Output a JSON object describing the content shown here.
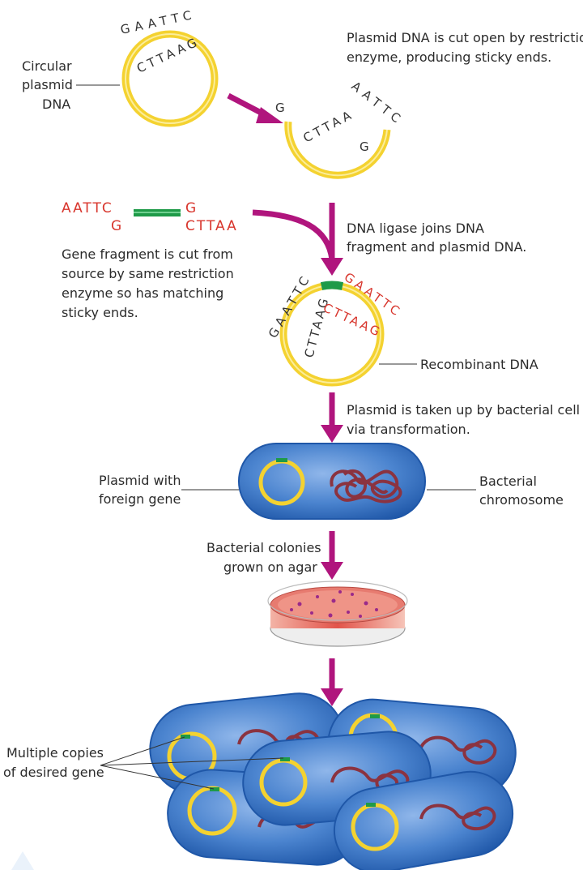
{
  "labels": {
    "circular_plasmid": [
      "Circular",
      "plasmid",
      "DNA"
    ],
    "cut_caption": [
      "Plasmid DNA is cut open by restriction",
      "enzyme, producing sticky ends."
    ],
    "gene_fragment_caption": [
      "Gene fragment is cut from",
      "source by same restriction",
      "enzyme so has matching",
      "sticky ends."
    ],
    "ligase_caption": [
      "DNA ligase joins DNA",
      "fragment and plasmid DNA."
    ],
    "recombinant": "Recombinant DNA",
    "transformation_caption": [
      "Plasmid is taken up by bacterial cell",
      "via transformation."
    ],
    "plasmid_foreign": [
      "Plasmid with",
      "foreign gene"
    ],
    "bacterial_chromosome": [
      "Bacterial",
      "chromosome"
    ],
    "colonies_caption": [
      "Bacterial colonies",
      "grown on agar"
    ],
    "multiple_copies": [
      "Multiple copies",
      "of desired gene"
    ]
  },
  "sequences": {
    "top_outer": "GAATTC",
    "top_inner": "CTTAAG",
    "cut_left": "G",
    "cut_inner": "CTTAA",
    "cut_right_top": "AATTC",
    "cut_right_g": "G",
    "frag_top_left": "AATTC",
    "frag_bot_left": "G",
    "frag_top_right": "G",
    "frag_bot_right": "CTTAA",
    "recomb_outer_left": "GAATTC",
    "recomb_outer_right": "GAATTC",
    "recomb_inner_left": "CTTAAG",
    "recomb_inner_right": "CTTAAG"
  },
  "colors": {
    "plasmid_yellow": "#f4d230",
    "plasmid_yellow_light": "#fbed9a",
    "arrow_magenta": "#b0157d",
    "gene_green": "#1e9a48",
    "cell_blue": "#2f6cc0",
    "cell_blue_light": "#6f9ee0",
    "chromosome": "#8b3340",
    "seq_red": "#d8362d",
    "agar_red": "#e25a4e"
  }
}
